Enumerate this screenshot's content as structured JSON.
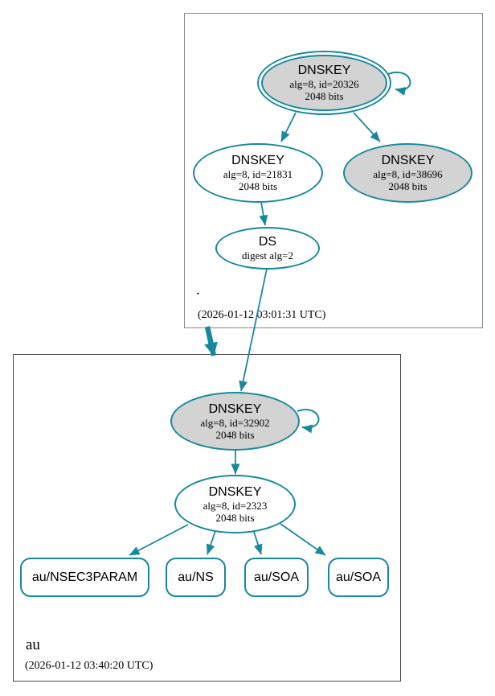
{
  "colors": {
    "edge_teal": "#17899c",
    "key_node_fill_gray": "#d3d3d3",
    "node_fill_white": "#ffffff",
    "parent_zone_border": "#878787",
    "child_zone_border": "#4a4a4a",
    "text": "#000000"
  },
  "zones": [
    {
      "name": ".",
      "timestamp": "(2026-01-12 03:01:31 UTC)",
      "ksk": {
        "title": "DNSKEY",
        "params": "alg=8, id=20326",
        "bits": "2048 bits"
      },
      "zsk": {
        "title": "DNSKEY",
        "params": "alg=8, id=21831",
        "bits": "2048 bits"
      },
      "key3": {
        "title": "DNSKEY",
        "params": "alg=8, id=38696",
        "bits": "2048 bits"
      },
      "ds": {
        "title": "DS",
        "params": "digest alg=2"
      }
    },
    {
      "name": "au",
      "timestamp": "(2026-01-12 03:40:20 UTC)",
      "ksk": {
        "title": "DNSKEY",
        "params": "alg=8, id=32902",
        "bits": "2048 bits"
      },
      "zsk": {
        "title": "DNSKEY",
        "params": "alg=8, id=2323",
        "bits": "2048 bits"
      },
      "rrsets": [
        "au/NSEC3PARAM",
        "au/NS",
        "au/SOA",
        "au/SOA"
      ]
    }
  ]
}
